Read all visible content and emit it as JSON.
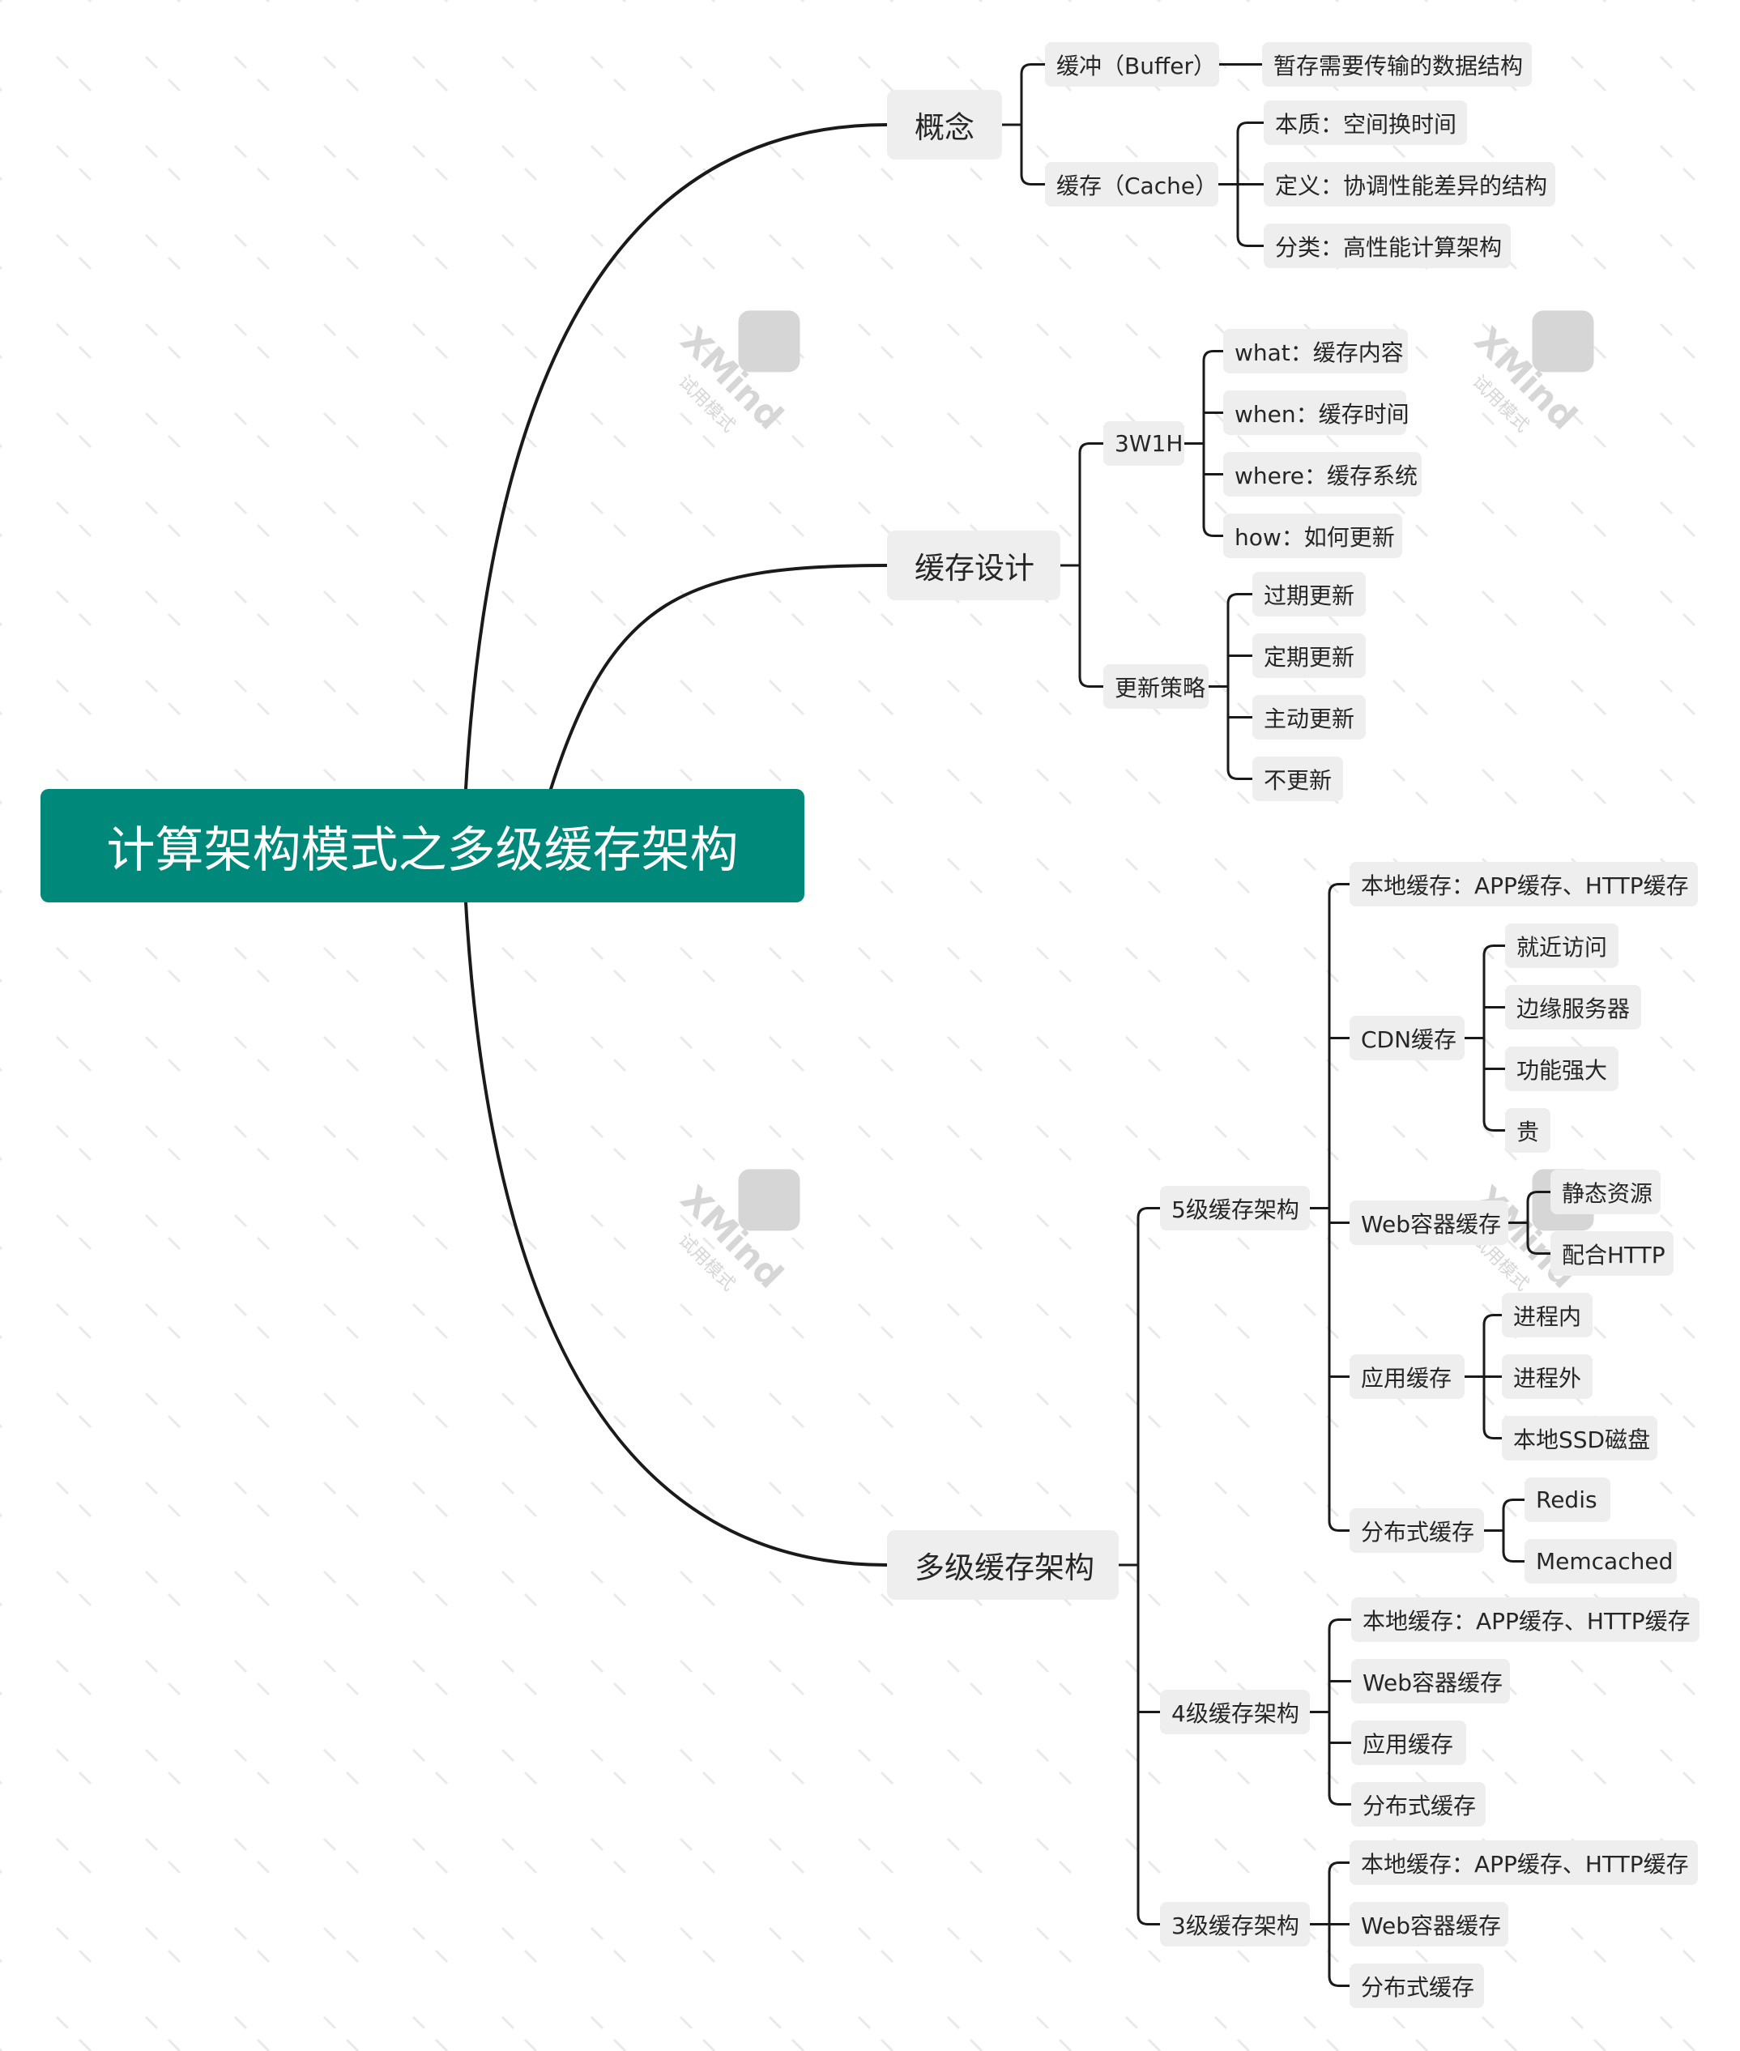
{
  "mindmap": {
    "root": "计算架构模式之多级缓存架构",
    "branches": [
      {
        "label": "概念",
        "children": [
          {
            "label": "缓冲（Buffer）",
            "children": [
              {
                "label": "暂存需要传输的数据结构"
              }
            ]
          },
          {
            "label": "缓存（Cache）",
            "children": [
              {
                "label": "本质：空间换时间"
              },
              {
                "label": "定义：协调性能差异的结构"
              },
              {
                "label": "分类：高性能计算架构"
              }
            ]
          }
        ]
      },
      {
        "label": "缓存设计",
        "children": [
          {
            "label": "3W1H",
            "children": [
              {
                "label": "what：缓存内容"
              },
              {
                "label": "when：缓存时间"
              },
              {
                "label": "where：缓存系统"
              },
              {
                "label": "how：如何更新"
              }
            ]
          },
          {
            "label": "更新策略",
            "children": [
              {
                "label": "过期更新"
              },
              {
                "label": "定期更新"
              },
              {
                "label": "主动更新"
              },
              {
                "label": "不更新"
              }
            ]
          }
        ]
      },
      {
        "label": "多级缓存架构",
        "children": [
          {
            "label": "5级缓存架构",
            "children": [
              {
                "label": "本地缓存：APP缓存、HTTP缓存"
              },
              {
                "label": "CDN缓存",
                "children": [
                  {
                    "label": "就近访问"
                  },
                  {
                    "label": "边缘服务器"
                  },
                  {
                    "label": "功能强大"
                  },
                  {
                    "label": "贵"
                  }
                ]
              },
              {
                "label": "Web容器缓存",
                "children": [
                  {
                    "label": "静态资源"
                  },
                  {
                    "label": "配合HTTP"
                  }
                ]
              },
              {
                "label": "应用缓存",
                "children": [
                  {
                    "label": "进程内"
                  },
                  {
                    "label": "进程外"
                  },
                  {
                    "label": "本地SSD磁盘"
                  }
                ]
              },
              {
                "label": "分布式缓存",
                "children": [
                  {
                    "label": "Redis"
                  },
                  {
                    "label": "Memcached"
                  }
                ]
              }
            ]
          },
          {
            "label": "4级缓存架构",
            "children": [
              {
                "label": "本地缓存：APP缓存、HTTP缓存"
              },
              {
                "label": "Web容器缓存"
              },
              {
                "label": "应用缓存"
              },
              {
                "label": "分布式缓存"
              }
            ]
          },
          {
            "label": "3级缓存架构",
            "children": [
              {
                "label": "本地缓存：APP缓存、HTTP缓存"
              },
              {
                "label": "Web容器缓存"
              },
              {
                "label": "分布式缓存"
              }
            ]
          }
        ]
      }
    ]
  },
  "watermark": {
    "brand": "XMind",
    "note": "试用模式"
  },
  "colors": {
    "root": "#00897b",
    "node": "#eeeeee",
    "line": "#1a1a1a",
    "watermark": "#d6d6d6"
  }
}
